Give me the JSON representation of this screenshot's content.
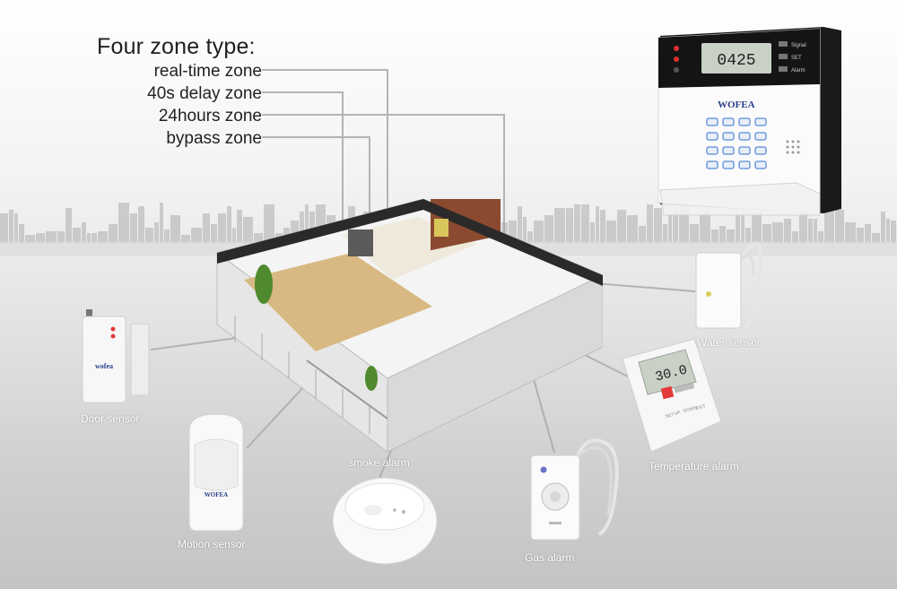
{
  "zone_types": {
    "title": "Four zone type:",
    "items": [
      "real-time zone",
      "40s delay zone",
      "24hours zone",
      "bypass zone"
    ]
  },
  "control_panel": {
    "brand": "WOFEA",
    "display": "0425",
    "status_labels": [
      "Signal",
      "SET",
      "Alarm"
    ]
  },
  "sensors": {
    "door": "Door sensor",
    "motion": "Motion sensor",
    "smoke": "smoke alarm",
    "gas": "Gas alarm",
    "temperature": "Temperature alarm",
    "water": "Water sensor"
  },
  "door_sensor_brand": "wofea",
  "motion_sensor_brand": "WOFEA",
  "temperature_display": "30.0",
  "temperature_buttons": [
    "SET",
    "UP",
    "DOWN",
    "EXIT"
  ],
  "colors": {
    "panel_face": "#ffffff",
    "panel_screen": "#c9d1c7",
    "panel_frame": "#111111",
    "key_blue": "#2f6fd0"
  }
}
